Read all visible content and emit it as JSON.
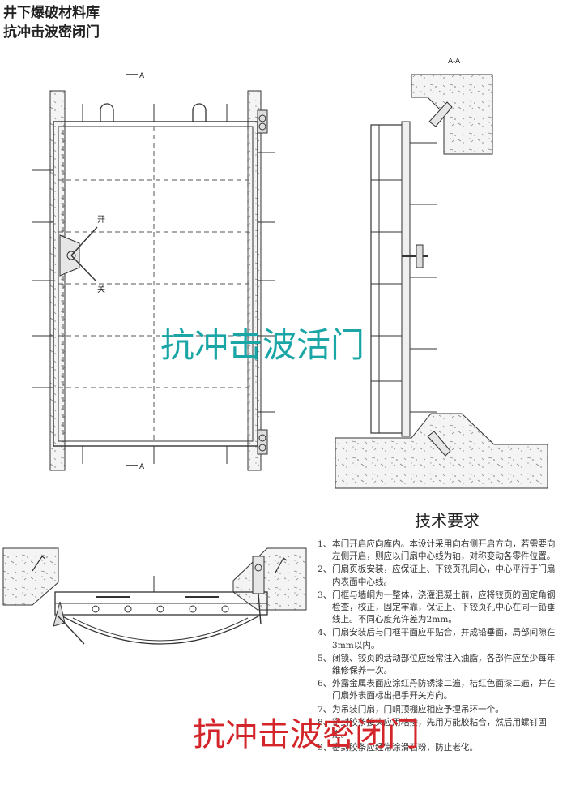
{
  "title": {
    "line1": "井下爆破材料库",
    "line2": "抗冲击波密闭门"
  },
  "front_view": {
    "section_marker_top": "A",
    "section_marker_bottom": "A",
    "label_open": "开",
    "label_close": "关"
  },
  "side_view": {
    "section_title": "A-A"
  },
  "technical_requirements": {
    "heading": "技术要求",
    "items": [
      {
        "num": "1、",
        "text": "本门开启应向库内。本设计采用向右侧开启方向，若需要向左侧开启，则应以门扇中心线为轴，对称变动各零件位置。"
      },
      {
        "num": "2、",
        "text": "门扇页板安装，应保证上、下铰页孔同心，中心平行于门扇内表面中心线。"
      },
      {
        "num": "3、",
        "text": "门框与墙峒为一整体，浇灌混凝土前，应将铰页的固定角钢检查，校正，固定牢靠，保证上、下铰页孔中心在同一铅垂线上。不同心度允许差为2mm。"
      },
      {
        "num": "4、",
        "text": "门扇安装后与门框平面应平贴合，并成铅垂面，局部间隙在3mm以内。"
      },
      {
        "num": "5、",
        "text": "闭锁、铰页的活动部位应经常注入油脂，各部件应至少每年维修保养一次。"
      },
      {
        "num": "6、",
        "text": "外露金属表面应涂红丹防锈漆二遍，桔红色面漆二遍，并在门扇外表面标出把手开关方向。"
      },
      {
        "num": "7、",
        "text": "为吊装门扇，门峒顶棚应相应予埋吊环一个。"
      },
      {
        "num": "8、",
        "text": "密封胶条接头应用粘接，先用万能胶粘合，然后用螺钉固定。"
      },
      {
        "num": "9、",
        "text": "密封胶条应经常涂滑石粉，防止老化。"
      }
    ]
  },
  "watermarks": {
    "primary": "抗冲击波活门",
    "secondary": "抗冲击波密闭门"
  },
  "colors": {
    "line": "#333333",
    "watermark_primary": "#1aa6a6",
    "watermark_secondary": "#d4262a"
  }
}
